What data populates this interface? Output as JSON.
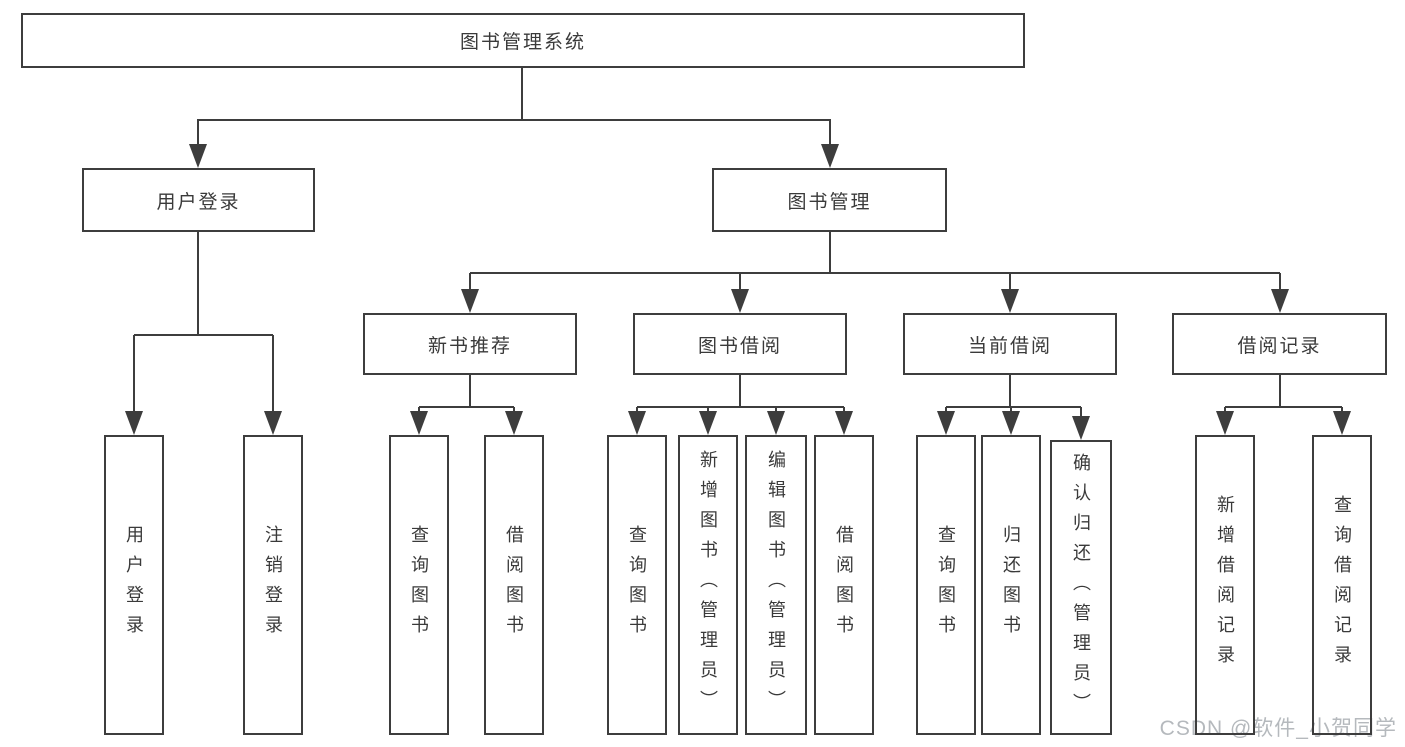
{
  "diagram": {
    "tree": {
      "label": "图书管理系统",
      "children": [
        {
          "label": "用户登录",
          "children": [
            {
              "label": "用户登录"
            },
            {
              "label": "注销登录"
            }
          ]
        },
        {
          "label": "图书管理",
          "children": [
            {
              "label": "新书推荐",
              "children": [
                {
                  "label": "查询图书"
                },
                {
                  "label": "借阅图书"
                }
              ]
            },
            {
              "label": "图书借阅",
              "children": [
                {
                  "label": "查询图书"
                },
                {
                  "label": "新增图书（管理员）"
                },
                {
                  "label": "编辑图书（管理员）"
                },
                {
                  "label": "借阅图书"
                }
              ]
            },
            {
              "label": "当前借阅",
              "children": [
                {
                  "label": "查询图书"
                },
                {
                  "label": "归还图书"
                },
                {
                  "label": "确认归还（管理员）"
                }
              ]
            },
            {
              "label": "借阅记录",
              "children": [
                {
                  "label": "新增借阅记录"
                },
                {
                  "label": "查询借阅记录"
                }
              ]
            }
          ]
        }
      ]
    },
    "colors": {
      "line": "#3d3d3d",
      "text": "#3a3a3a",
      "background": "#ffffff",
      "watermark": "#b5b9bd"
    }
  },
  "watermark": {
    "text": "CSDN @软件_小贺同学"
  }
}
